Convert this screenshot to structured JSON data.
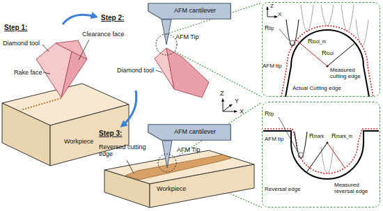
{
  "diagram": {
    "nodes": [
      {
        "text": [
          "AFM cantilever"
        ]
      },
      {
        "text": [
          "Z",
          "X",
          "Rtip",
          "AFM tip",
          "Rtool_m",
          "Rtool",
          "Measured cutting edge",
          "Actual Cutting edge"
        ]
      },
      {
        "text": [
          "AFM cantilever"
        ]
      },
      {
        "text": [
          "Rtip",
          "AFM tip",
          "Rmark",
          "Rmark_m",
          "Reversal edge",
          "Measured reversal edge"
        ]
      }
    ],
    "labels": [
      "Step 1:",
      "Diamond tool",
      "Rake face",
      "Clearance face",
      "Workpiece",
      "Step 2:",
      "AFM Tip",
      "Diamond tool",
      "Z",
      "Y",
      "X",
      "Step 3:",
      "AFM Tip",
      "Reversed cutting edge",
      "Workpiece"
    ]
  }
}
